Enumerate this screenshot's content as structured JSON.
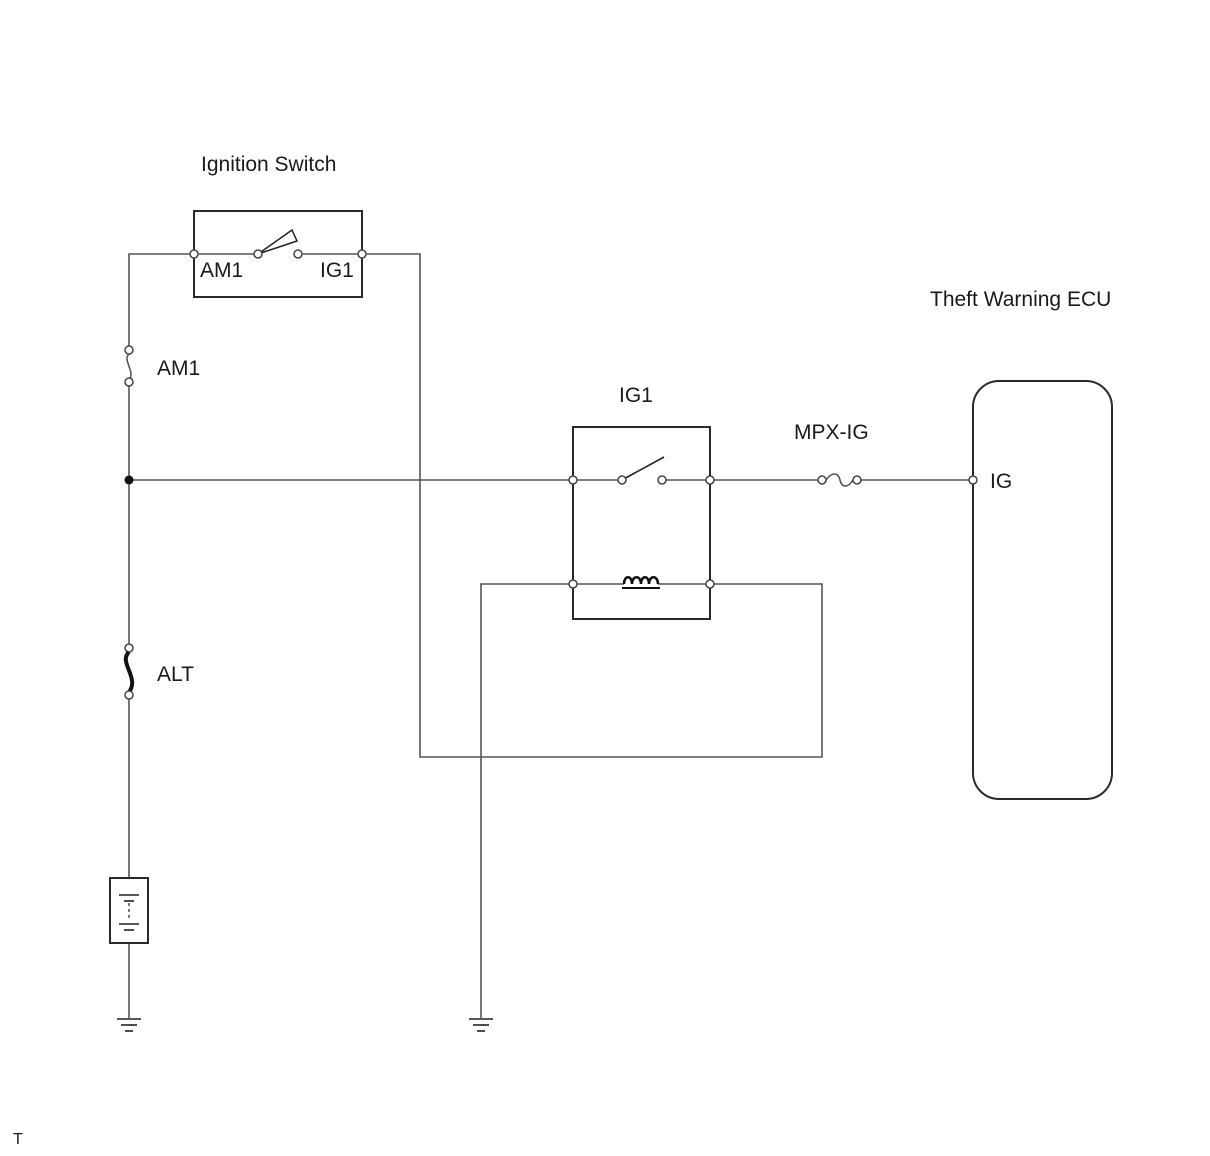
{
  "components": {
    "ignition_switch": {
      "title": "Ignition Switch",
      "terminal_left": "AM1",
      "terminal_right": "IG1"
    },
    "fuse_am1": {
      "label": "AM1"
    },
    "fuse_alt": {
      "label": "ALT"
    },
    "relay_ig1": {
      "label": "IG1"
    },
    "fuse_mpx_ig": {
      "label": "MPX-IG"
    },
    "theft_warning_ecu": {
      "title": "Theft Warning ECU",
      "terminal": "IG"
    }
  },
  "footer": {
    "mark": "T"
  },
  "colors": {
    "wire": "#555555",
    "outline": "#2a2a2a",
    "text": "#1a1a1a"
  }
}
